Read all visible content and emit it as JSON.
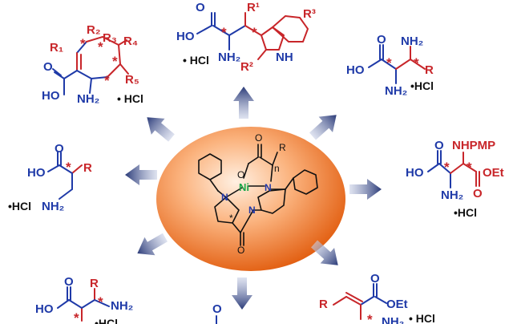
{
  "labels": {
    "hcl": "HCl",
    "hcl_dot": "•HCl",
    "hcl_dot_spaced": "• HCl",
    "ho": "HO",
    "o": "O",
    "nh2": "NH₂",
    "nh": "NH",
    "r": "R",
    "r1": "R¹",
    "r2": "R²",
    "r3": "R³",
    "r1_sub": "R₁",
    "r2_sub": "R₂",
    "r3_sub": "R₃",
    "r4_sub": "R₄",
    "r5_sub": "R₅",
    "nhpmp": "NHPMP",
    "oet": "OEt",
    "star": "*",
    "ni": "Ni",
    "n": "N",
    "n_sub": "n"
  },
  "colors": {
    "bond_blue": "#1f3aa8",
    "red": "#c8262a",
    "arrow_dark": "#2a3a78",
    "sphere_center": "#ffe6cf",
    "sphere_edge": "#e25e10",
    "ni_green": "#1aa84a"
  },
  "icons": [
    "arrow-icon"
  ]
}
